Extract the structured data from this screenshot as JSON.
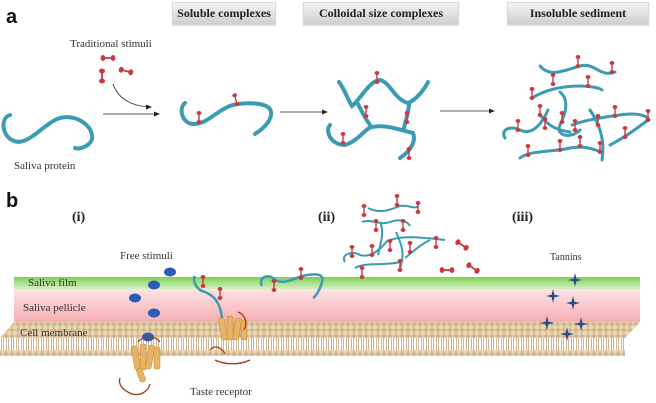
{
  "panel_a": {
    "letter": "a",
    "stages": [
      {
        "label": "Soluble complexes"
      },
      {
        "label": "Colloidal size complexes"
      },
      {
        "label": "Insoluble sediment"
      }
    ],
    "labels": {
      "stimuli": "Traditional stimuli",
      "protein": "Saliva protein"
    }
  },
  "panel_b": {
    "letter": "b",
    "subpanels": [
      "(i)",
      "(ii)",
      "(iii)"
    ],
    "labels": {
      "free_stimuli": "Free stimuli",
      "tannins": "Tannins",
      "taste_receptor": "Taste receptor"
    },
    "layers": [
      {
        "label": "Saliva film",
        "color": "#8fd46a"
      },
      {
        "label": "Saliva pellicle",
        "color": "#f7b8bc"
      },
      {
        "label": "Cell membrane",
        "color": "#e6cfa8"
      }
    ]
  },
  "colors": {
    "protein": "#3a9bb3",
    "stimulus": "#c9393f",
    "free_stimulus": "#2a5db3",
    "tannin": "#2b4f8a",
    "receptor": "#e8b463",
    "receptor_loop": "#a8351c"
  }
}
